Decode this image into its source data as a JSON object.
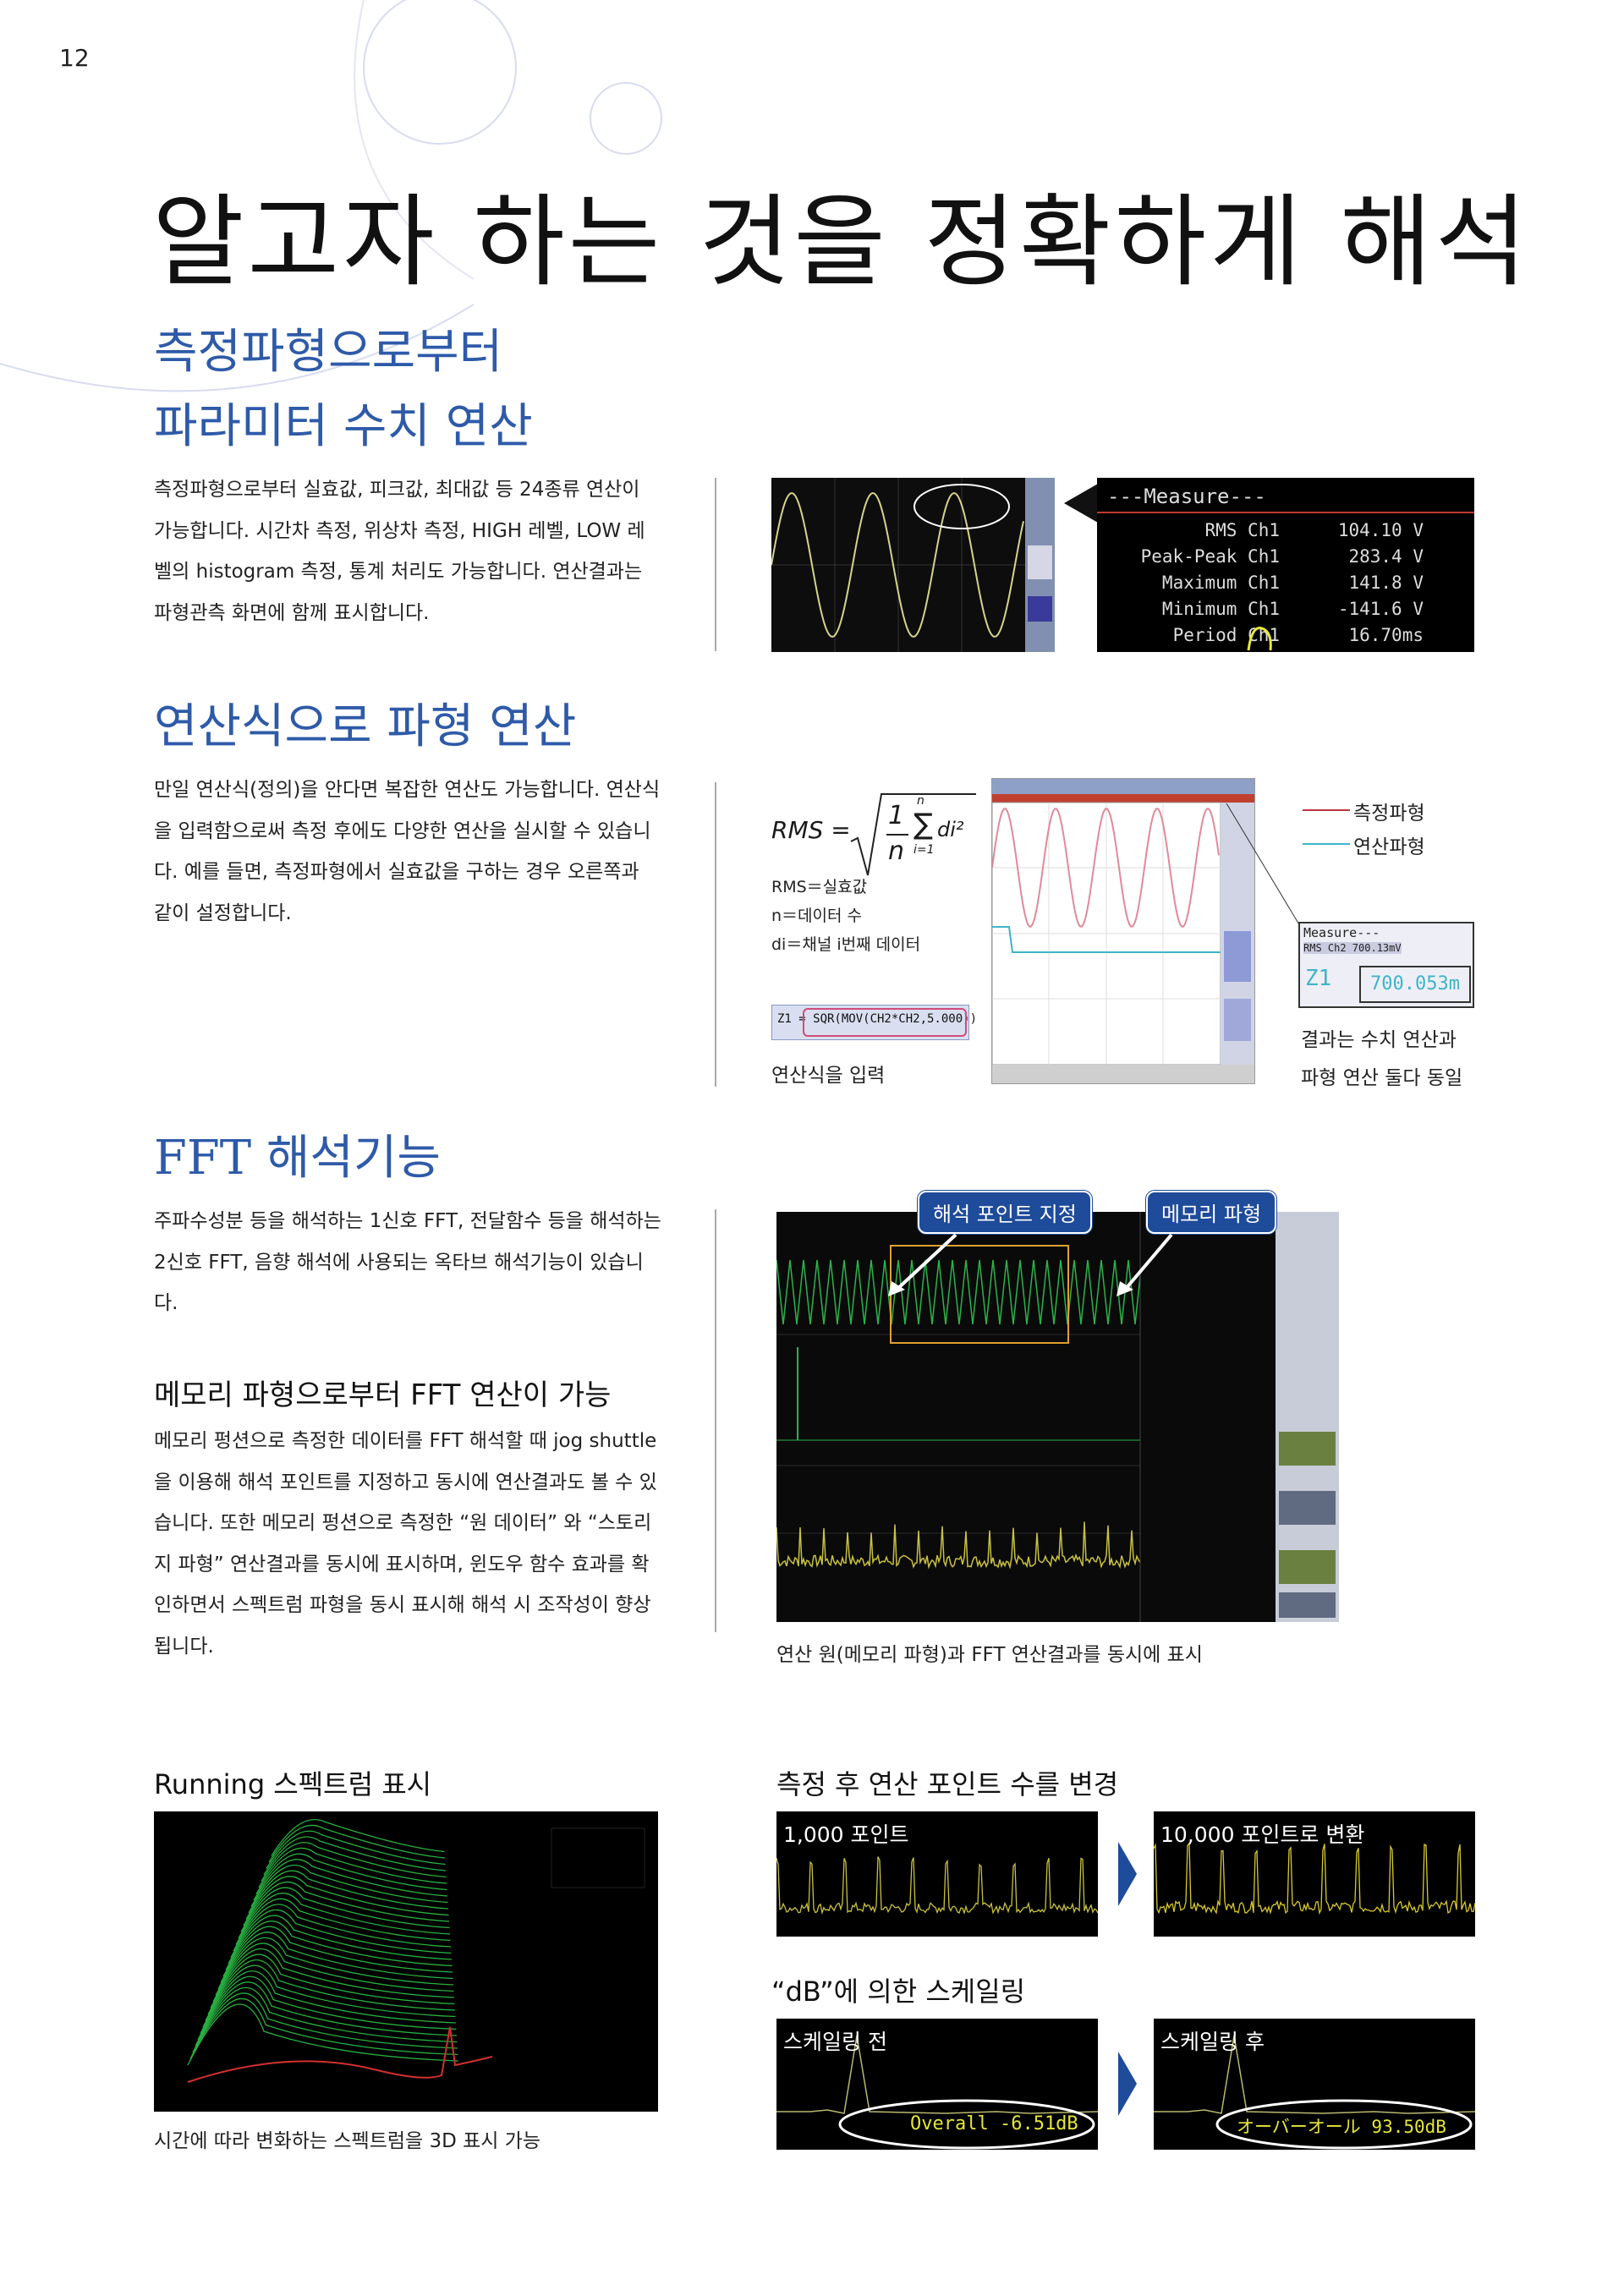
{
  "page_number": "12",
  "title": "알고자 하는 것을 정확하게 해석",
  "section1": {
    "heading_line1": "측정파형으로부터",
    "heading_line2": "파라미터 수치 연산",
    "body": "측정파형으로부터 실효값, 피크값, 최대값 등 24종류 연산이 가능합니다. 시간차 측정, 위상차 측정, HIGH 레벨, LOW 레벨의 histogram 측정, 통계 처리도 가능합니다. 연산결과는 파형관측 화면에 함께 표시합니다.",
    "measure": {
      "title": "---Measure---",
      "rows": [
        {
          "name": "RMS Ch1",
          "value": "104.10 V"
        },
        {
          "name": "Peak-Peak Ch1",
          "value": "283.4 V"
        },
        {
          "name": "Maximum Ch1",
          "value": "141.8 V"
        },
        {
          "name": "Minimum Ch1",
          "value": "-141.6 V"
        },
        {
          "name": "Period Ch1",
          "value": "16.70ms"
        }
      ]
    }
  },
  "section2": {
    "heading": "연산식으로 파형 연산",
    "body": "만일 연산식(정의)을 안다면 복잡한 연산도 가능합니다. 연산식을 입력함으로써 측정 후에도 다양한 연산을 실시할 수 있습니다. 예를 들면, 측정파형에서 실효값을 구하는 경우 오른쪽과 같이 설정합니다.",
    "formula_lhs": "RMS =",
    "formula_num": "1",
    "formula_den": "n",
    "formula_sum_top": "n",
    "formula_sum_bottom": "i=1",
    "formula_term": "di²",
    "defs": [
      "RMS＝실효값",
      "n＝데이터 수",
      "di＝채널 i번째 데이터"
    ],
    "input_expr": "Z1 = SQR(MOV(CH2*CH2,5.000))",
    "input_caption": "연산식을 입력",
    "legend_measured": "측정파형",
    "legend_computed": "연산파형",
    "zoom_measure": "Measure---",
    "zoom_row": "RMS Ch2      700.13mV",
    "zoom_z1_label": "Z1",
    "zoom_z1_value": "700.053m",
    "result_caption_1": "결과는 수치 연산과",
    "result_caption_2": "파형 연산 둘다 동일",
    "colors": {
      "measured": "#c0333f",
      "computed": "#3fb4c8"
    }
  },
  "section3": {
    "heading": "FFT 해석기능",
    "body": "주파수성분 등을 해석하는 1신호 FFT, 전달함수 등을 해석하는 2신호 FFT, 음향 해석에 사용되는 옥타브 해석기능이 있습니다.",
    "sub_heading": "메모리 파형으로부터 FFT 연산이 가능",
    "sub_body": "메모리 펑션으로 측정한 데이터를 FFT 해석할 때 jog shuttle을 이용해 해석 포인트를 지정하고 동시에 연산결과도 볼 수 있습니다. 또한 메모리 펑션으로 측정한 “원 데이터” 와 “스토리지 파형” 연산결과를 동시에 표시하며, 윈도우 함수 효과를 확인하면서 스펙트럼 파형을 동시 표시해 해석 시 조작성이 향상됩니다.",
    "callout_1": "해석 포인트 지정",
    "callout_2": "메모리 파형",
    "screen_caption": "연산 원(메모리 파형)과 FFT 연산결과를 동시에 표시"
  },
  "section4": {
    "running_title": "Running 스펙트럼 표시",
    "running_caption": "시간에 따라 변화하는 스펙트럼을 3D 표시 가능",
    "points_title": "측정 후 연산 포인트 수를 변경",
    "points_before": "1,000 포인트",
    "points_after": "10,000 포인트로 변환",
    "db_title": "“dB”에 의한 스케일링",
    "db_before": "스케일링 전",
    "db_after": "스케일링 후",
    "db_before_value": "Overall -6.51dB",
    "db_after_value": "オーバーオール 93.50dB"
  }
}
